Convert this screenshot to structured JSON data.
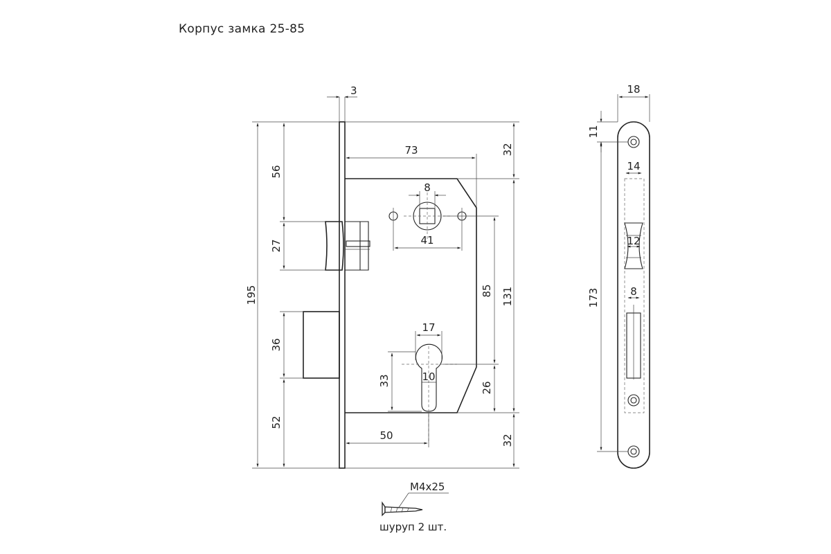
{
  "title": "Корпус замка 25-85",
  "dimensions": {
    "faceplate_thickness": "3",
    "total_height": "195",
    "top_to_latch": "56",
    "latch_height": "27",
    "bolt_height": "36",
    "bottom_to_bolt": "52",
    "body_width": "73",
    "top_offset": "32",
    "spindle_square": "8",
    "hole_spacing": "41",
    "spindle_to_cylinder": "85",
    "body_height": "131",
    "cylinder_width": "17",
    "cylinder_height": "33",
    "cylinder_slot": "10",
    "cylinder_to_bottom": "26",
    "backset": "50",
    "bottom_offset": "32",
    "faceplate_width": "18",
    "screw_hole_offset": "11",
    "latch_opening_width": "14",
    "latch_width": "12",
    "bolt_opening_width": "8",
    "faceplate_hole_spacing": "173"
  },
  "screw": {
    "spec": "M4x25",
    "note": "шуруп 2 шт."
  }
}
